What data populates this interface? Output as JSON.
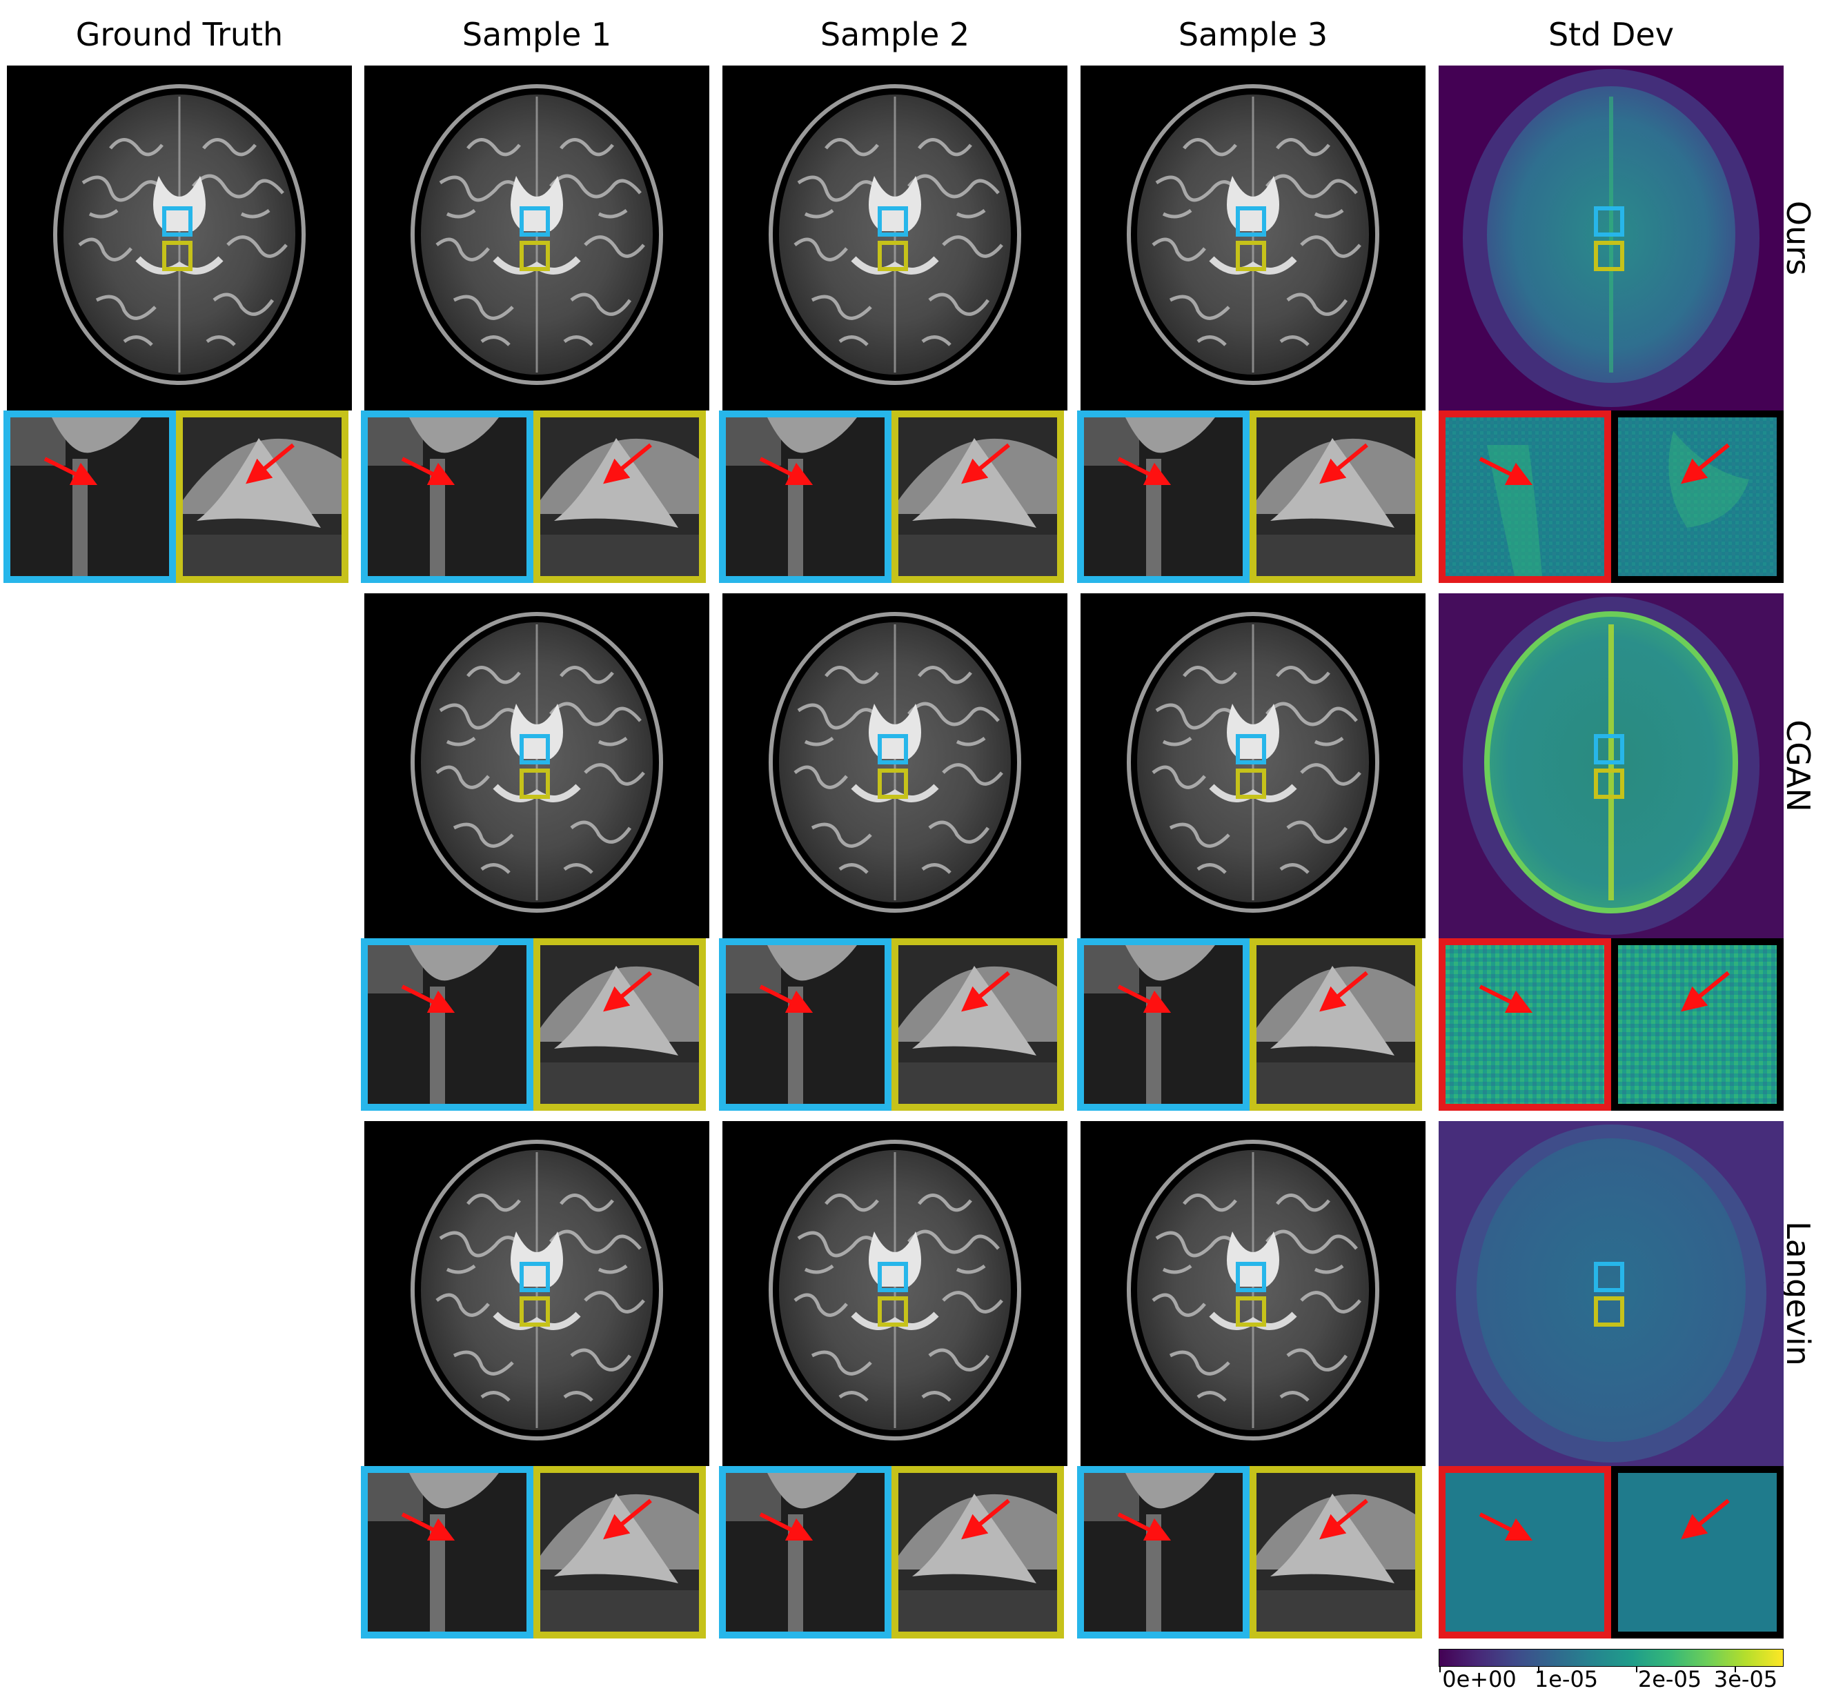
{
  "figure": {
    "column_headers": [
      "Ground Truth",
      "Sample 1",
      "Sample 2",
      "Sample 3",
      "Std Dev"
    ],
    "row_labels": [
      "Ours",
      "CGAN",
      "Langevin"
    ],
    "colorbar": {
      "colormap": "viridis",
      "tick_labels": [
        "0e+00",
        "1e-05",
        "2e-05",
        "3e-05"
      ],
      "range": [
        0,
        3.5e-05
      ]
    },
    "colors": {
      "roi_box_1": "#27b6ea",
      "roi_box_2": "#c6c21a",
      "std_zoom_frame_1": "#e41a1c",
      "std_zoom_frame_2": "#000000",
      "arrow": "#ff1010"
    },
    "panels": {
      "mri_slice": "axial brain MRI slice (grayscale)",
      "std_map": "pixel-wise standard deviation map (viridis)",
      "zoom_insets": "two magnified regions with red arrows"
    }
  }
}
